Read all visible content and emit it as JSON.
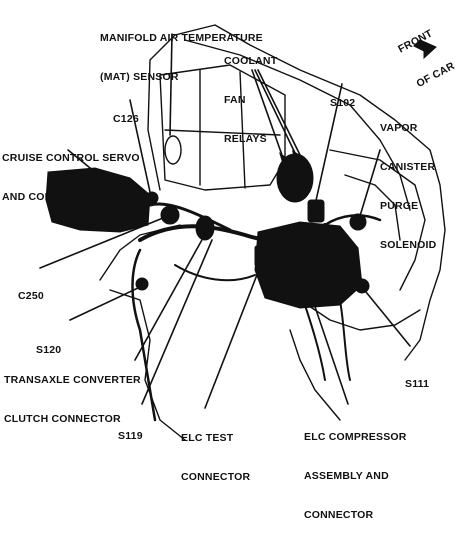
{
  "labels": {
    "mat_sensor": [
      "MANIFOLD AIR TEMPERATURE",
      "(MAT) SENSOR"
    ],
    "coolant_fan_relays": [
      "COOLANT",
      "FAN",
      "RELAYS"
    ],
    "front_of_car": [
      "FRONT",
      "OF CAR"
    ],
    "c126": "C126",
    "s102": "S102",
    "vapor_canister": [
      "VAPOR",
      "CANISTER",
      "PURGE",
      "SOLENOID"
    ],
    "cruise_control": [
      "CRUISE CONTROL SERVO",
      "AND CONNECTOR"
    ],
    "c250": "C250",
    "s120": "S120",
    "transaxle": [
      "TRANSAXLE CONVERTER",
      "CLUTCH CONNECTOR"
    ],
    "s119": "S119",
    "elc_test": [
      "ELC TEST",
      "CONNECTOR"
    ],
    "elc_compressor": [
      "ELC COMPRESSOR",
      "ASSEMBLY AND",
      "CONNECTOR"
    ],
    "s111": "S111"
  },
  "colors": {
    "ink": "#111111",
    "paper": "#ffffff"
  }
}
